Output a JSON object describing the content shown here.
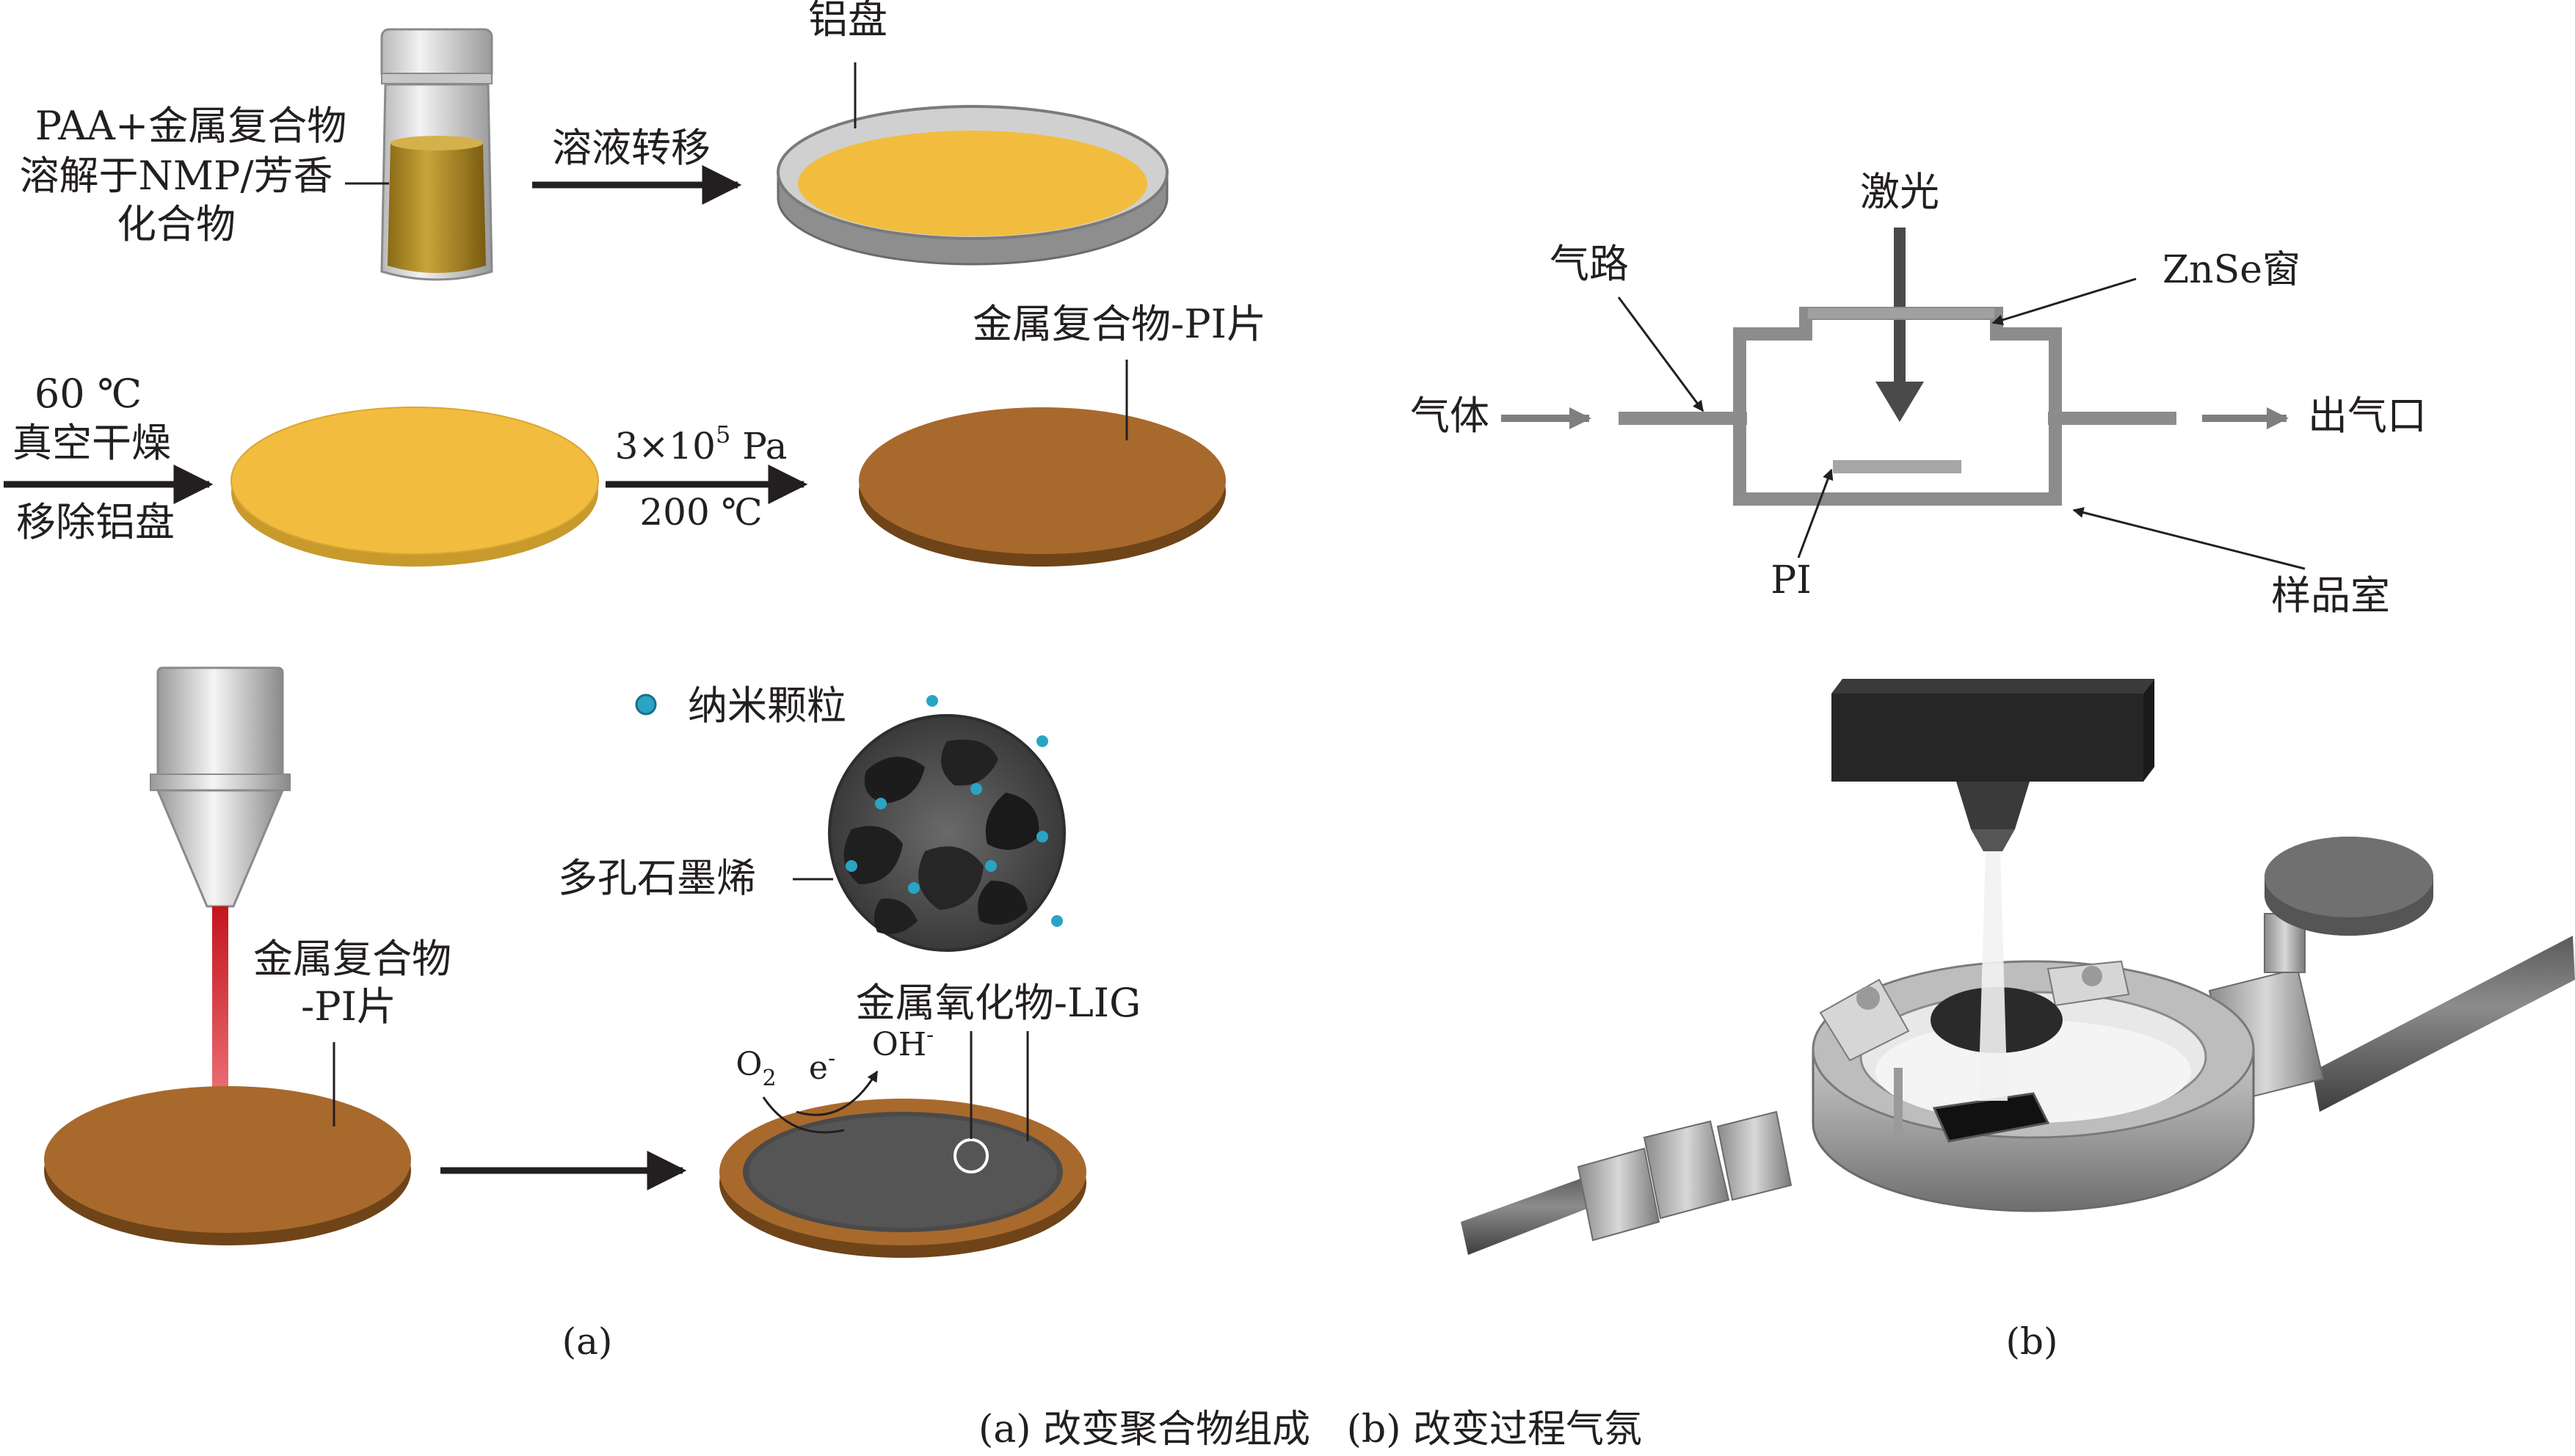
{
  "panel_a": {
    "step1": {
      "label_line1": "PAA+金属复合物",
      "label_line2": "溶解于NMP/芳香",
      "label_line3": "化合物",
      "arrow_label": "溶液转移",
      "dish_label": "铝盘"
    },
    "step2": {
      "left_line1": "60 ℃",
      "left_line2": "真空干燥",
      "left_line3": "移除铝盘",
      "pressure_base": "3×10",
      "pressure_exp": "5",
      "pressure_unit": " Pa",
      "temperature": "200 ℃",
      "result_label": "金属复合物-PI片"
    },
    "step3": {
      "nanoparticle_label": "纳米颗粒",
      "porous_label": "多孔石墨烯",
      "sheet_label_line1": "金属复合物",
      "sheet_label_line2": "-PI片",
      "oxide_label": "金属氧化物-LIG",
      "o2_base": "O",
      "o2_sub": "2",
      "electron_base": "e",
      "electron_sup": "-",
      "oh_base": "OH",
      "oh_sup": "-"
    },
    "caption": "(a)"
  },
  "panel_b": {
    "laser_label": "激光",
    "gas_path_label": "气路",
    "window_label": "ZnSe窗",
    "gas_label": "气体",
    "outlet_label": "出气口",
    "pi_label": "PI",
    "chamber_label": "样品室",
    "caption": "(b)"
  },
  "figure_caption": "(a) 改变聚合物组成   (b) 改变过程气氛",
  "colors": {
    "yellow": "#f2bd3e",
    "brown": "#a8692c",
    "chamber_gray": "#8c8c8c",
    "text": "#231f20",
    "laser_red": "#e0262f",
    "nanoparticle": "#2aa4c4"
  }
}
